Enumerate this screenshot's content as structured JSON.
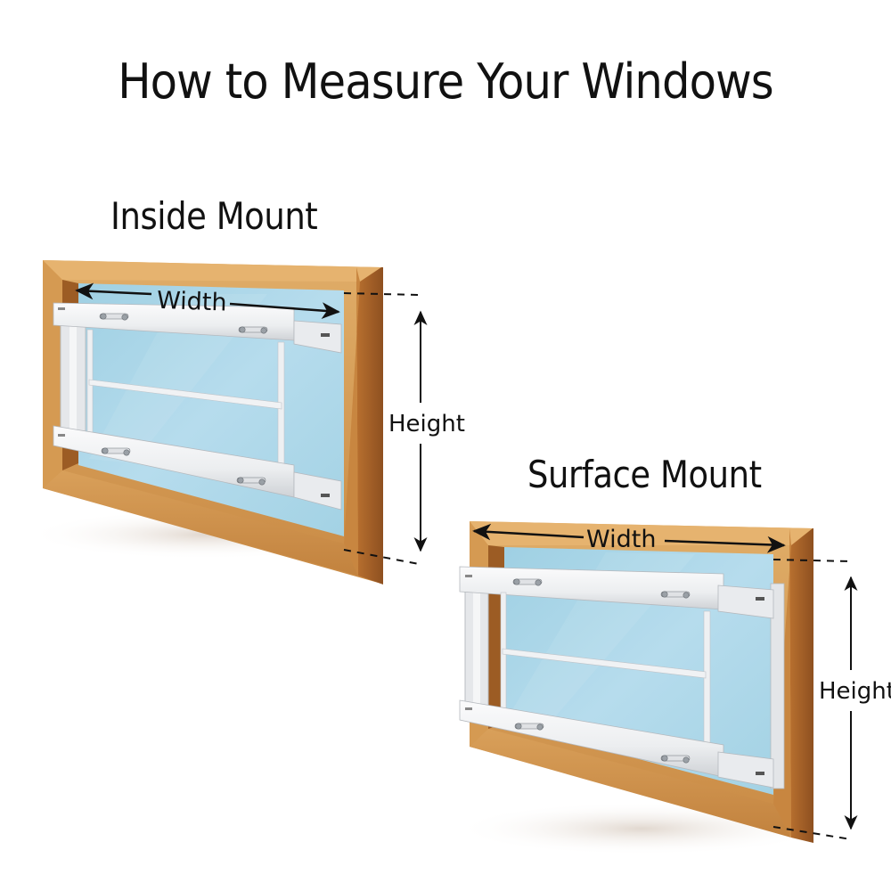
{
  "header": {
    "title": "How to Measure Your Windows"
  },
  "diagrams": [
    {
      "id": "inside-mount",
      "label": "Inside Mount",
      "width_label": "Width",
      "height_label": "Height"
    },
    {
      "id": "surface-mount",
      "label": "Surface Mount",
      "width_label": "Width",
      "height_label": "Height"
    }
  ],
  "colors": {
    "wood_light": "#d9a35c",
    "wood_mid": "#c07a34",
    "wood_dark": "#9a5a22",
    "glass": "#a9d4e4",
    "glass_light": "#bfe0ec",
    "bar_white": "#f1f2f3",
    "bar_shadow": "#c9ccd0",
    "text": "#111111"
  }
}
